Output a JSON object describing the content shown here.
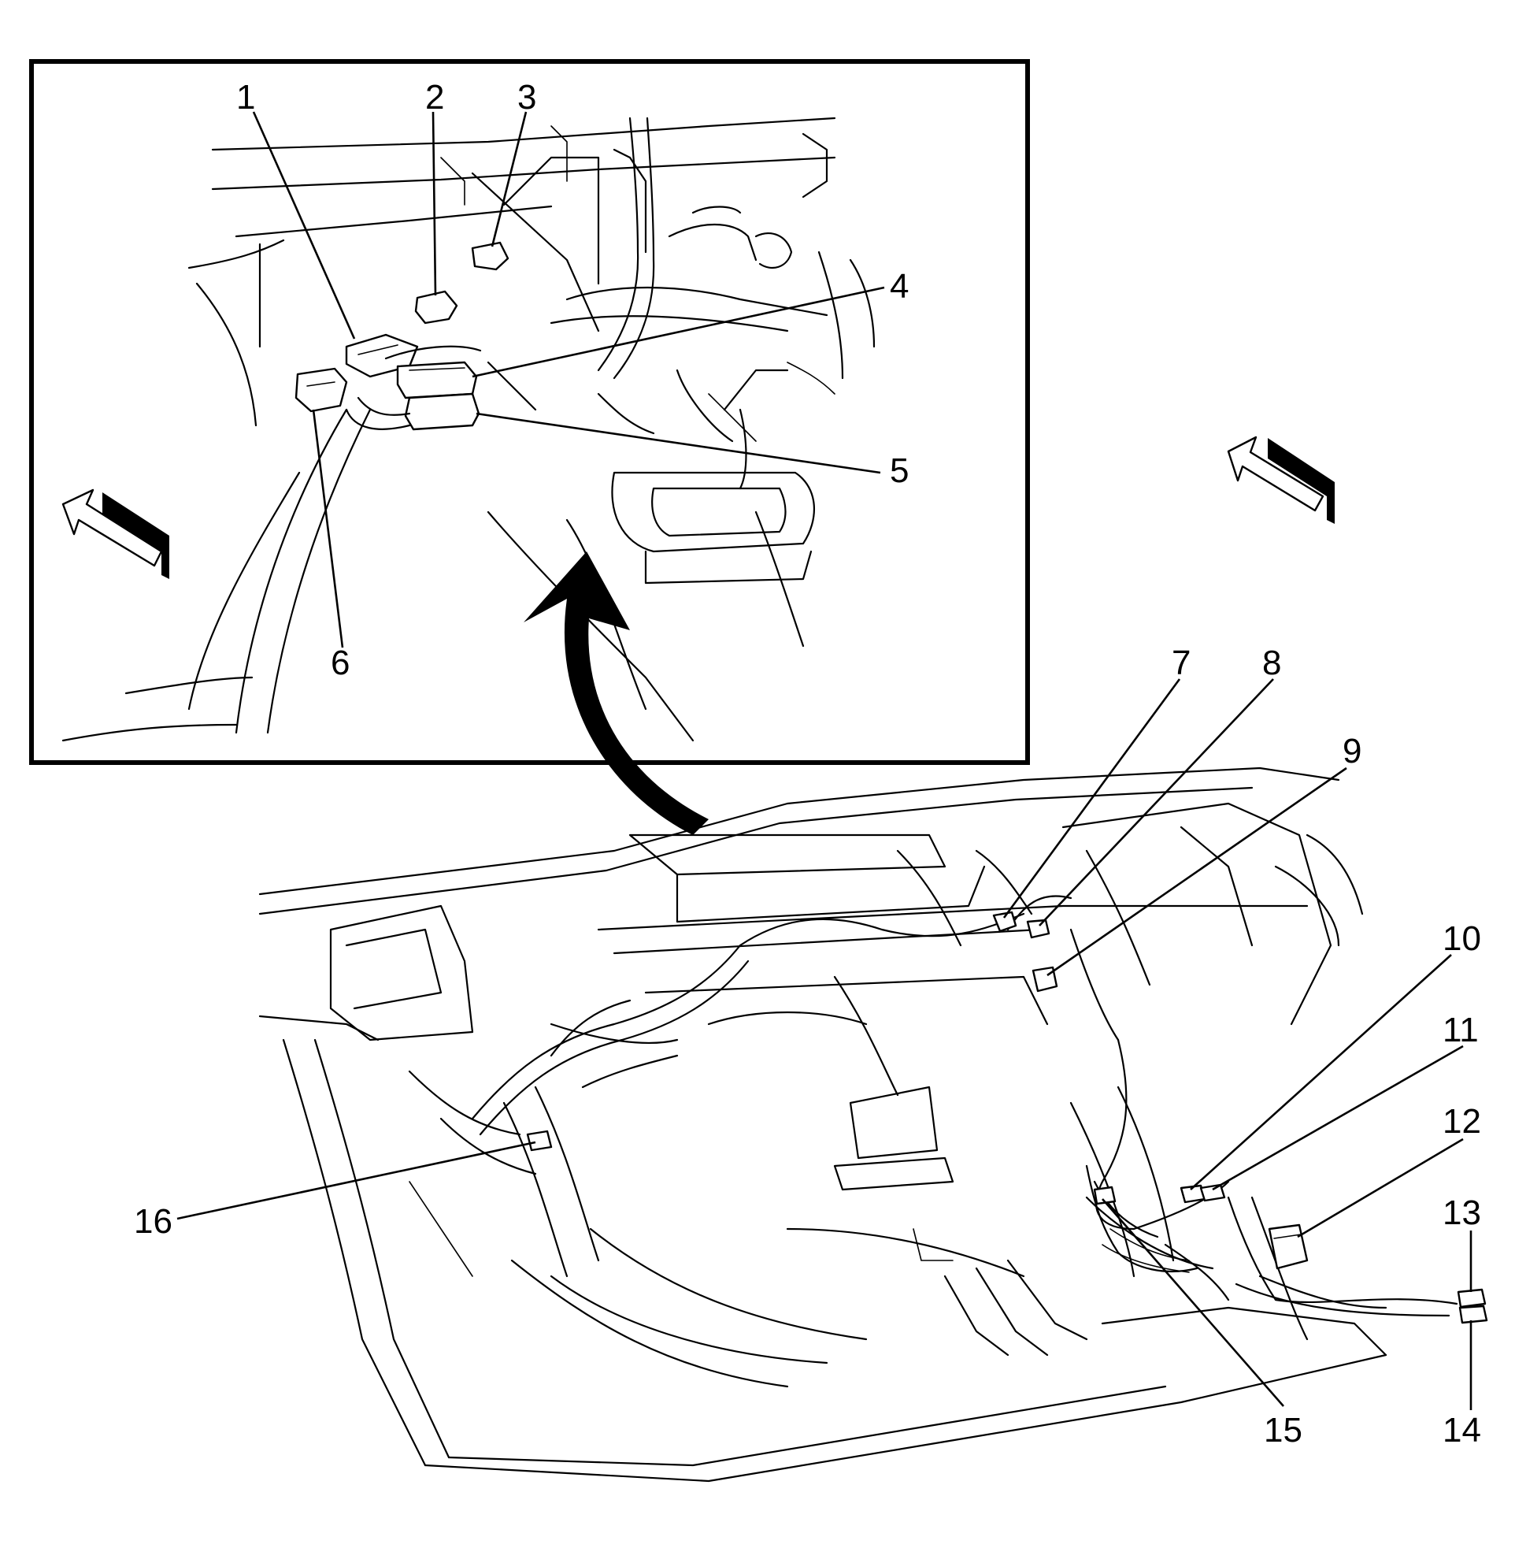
{
  "callouts": {
    "c1": "1",
    "c2": "2",
    "c3": "3",
    "c4": "4",
    "c5": "5",
    "c6": "6",
    "c7": "7",
    "c8": "8",
    "c9": "9",
    "c10": "10",
    "c11": "11",
    "c12": "12",
    "c13": "13",
    "c14": "14",
    "c15": "15",
    "c16": "16"
  },
  "icons": {
    "inset_direction_arrow": "front-direction-arrow-icon",
    "main_direction_arrow": "front-direction-arrow-icon",
    "zoom_arrow": "curved-zoom-arrow-icon"
  },
  "colors": {
    "line": "#000000",
    "background": "#ffffff"
  }
}
